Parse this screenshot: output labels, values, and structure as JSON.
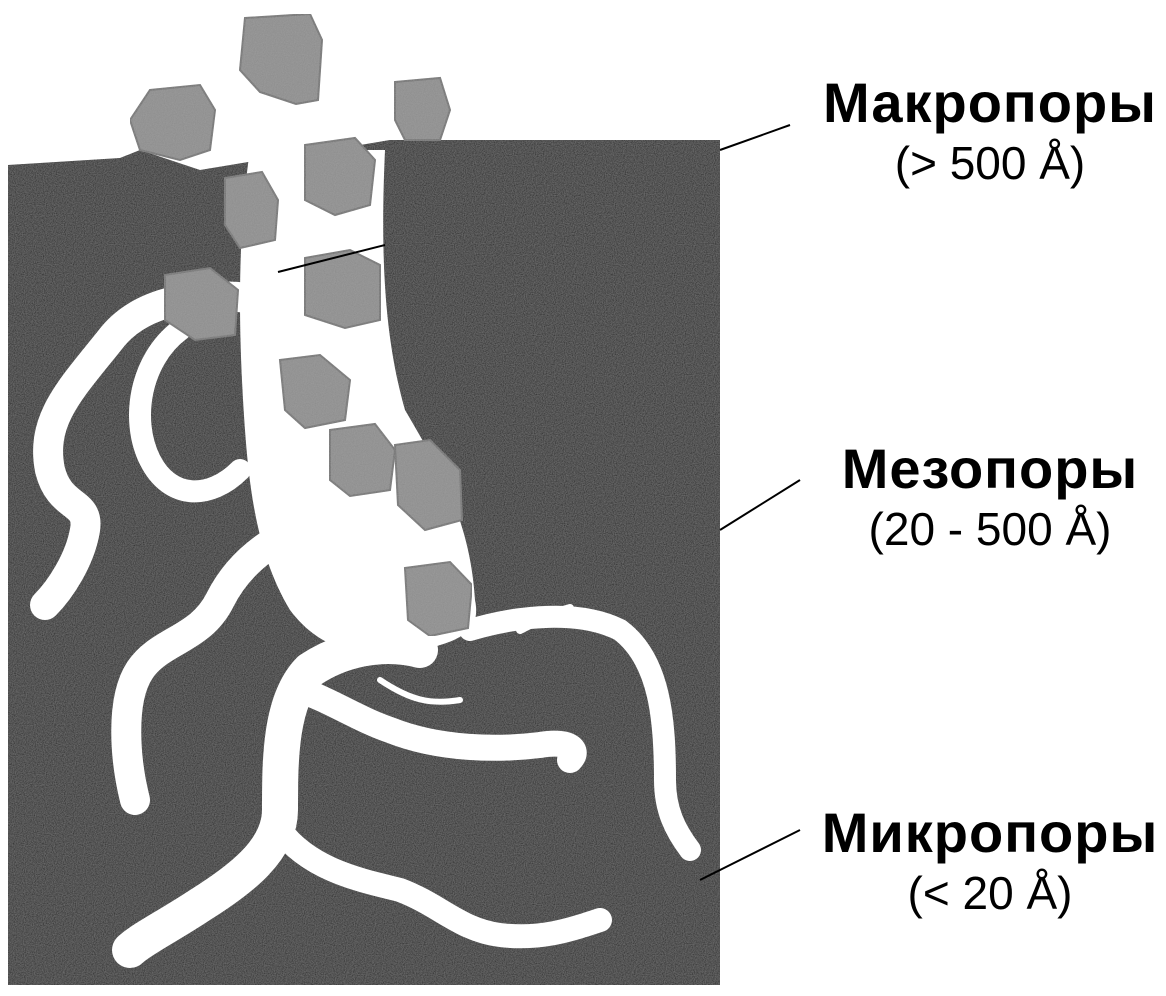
{
  "labels": {
    "macro": {
      "name": "Макропоры",
      "range": "(> 500 Å)"
    },
    "meso": {
      "name": "Мезопоры",
      "range": "(20 - 500 Å)"
    },
    "micro": {
      "name": "Микропоры",
      "range": "(< 20 Å)"
    }
  },
  "colors": {
    "solid": "#141414",
    "pore": "#ffffff",
    "adsorbate": "#8a8a8a",
    "leader_line": "#000000"
  }
}
